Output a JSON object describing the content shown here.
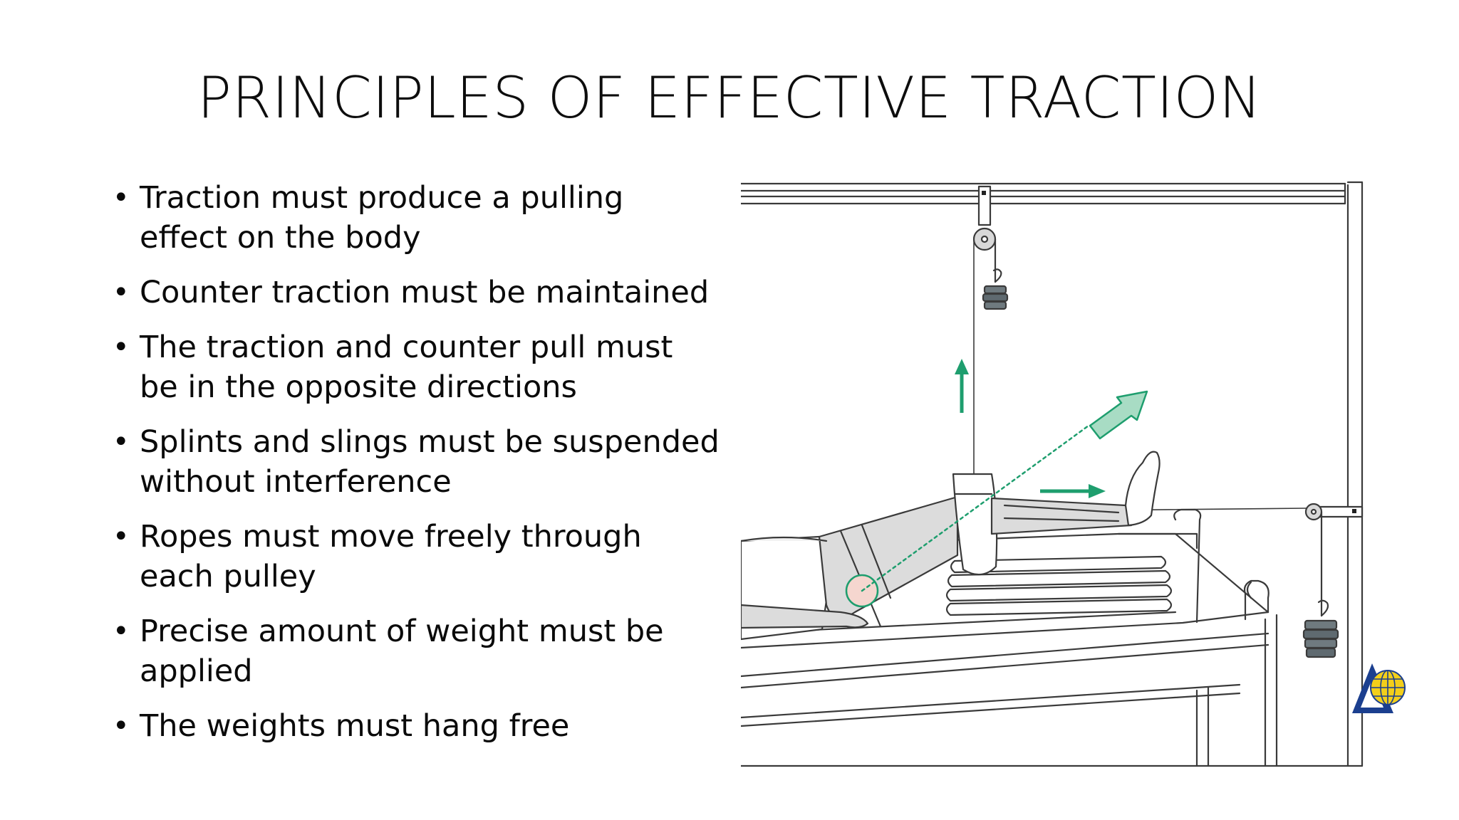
{
  "slide": {
    "title": "PRINCIPLES OF EFFECTIVE TRACTION",
    "bullets": [
      "Traction must produce a pulling effect on the body",
      "Counter traction must be maintained",
      "The traction and counter pull must be in the opposite directions",
      "Splints and slings must be suspended without interference",
      "Ropes must move freely through each pulley",
      "Precise amount of weight must be applied",
      "The weights must hang free"
    ],
    "bullet_glyph": "•"
  },
  "colors": {
    "arrow_green": "#1e9e6e",
    "arrow_light": "#a8dcc4",
    "line": "#333333",
    "logo_blue": "#1b3f8f",
    "logo_yellow": "#f3cf1a"
  }
}
